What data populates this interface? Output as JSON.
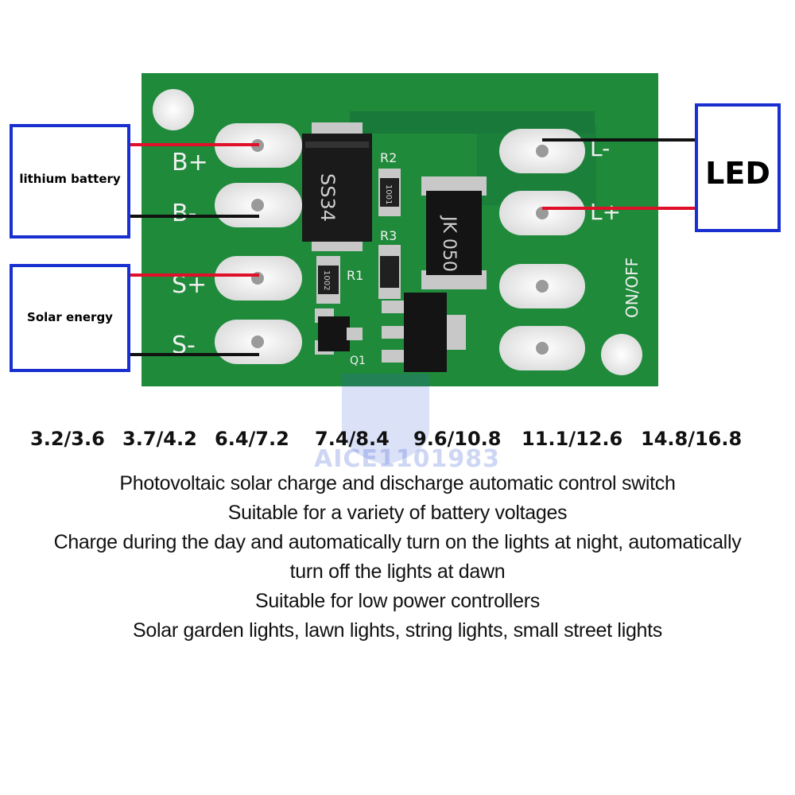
{
  "colors": {
    "pcb": "#1e8a3a",
    "pcb_dark": "#166a2c",
    "wire_red": "#e0102a",
    "wire_black": "#111111",
    "label_box": "#1a2fd0"
  },
  "labels": {
    "battery": "lithium battery",
    "solar": "Solar energy",
    "led": "LED"
  },
  "board": {
    "pins_left": [
      "B+",
      "B-",
      "S+",
      "S-"
    ],
    "pins_right": [
      "L-",
      "L+"
    ],
    "switch_label": "ON/OFF",
    "diode_marking": "SS34",
    "fuse_marking": "JK 050",
    "resistor_r2": "R2",
    "resistor_r3": "R3",
    "resistor_r1": "R1",
    "transistor_q1": "Q1",
    "r2_code": "1001",
    "r1_code": "1002"
  },
  "voltages": [
    "3.2/3.6",
    "3.7/4.2",
    "6.4/7.2",
    "7.4/8.4",
    "9.6/10.8",
    "11.1/12.6",
    "14.8/16.8"
  ],
  "description": [
    "Photovoltaic solar charge and discharge automatic control switch",
    "Suitable for a variety of battery voltages",
    "Charge during the day and automatically turn on the lights at night, automatically",
    "turn off the lights at dawn",
    "Suitable for low power controllers",
    "Solar garden lights, lawn lights, string lights, small street lights"
  ],
  "watermark": "AICE1101983"
}
